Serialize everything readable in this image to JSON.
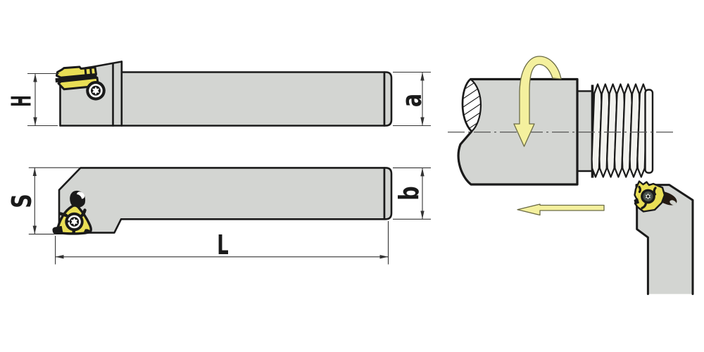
{
  "drawing": {
    "type": "technical-diagram",
    "subject": "external threading tool holder with thread-cutting application schematic",
    "side_view": {
      "dim_height_label": "H",
      "dim_shank_height_label": "a"
    },
    "plan_view": {
      "dim_head_width_label": "S",
      "dim_shank_width_label": "b",
      "dim_length_label": "L"
    },
    "application_view": {
      "workpiece": "cylindrical bar with external thread",
      "rotation_arrow": "workpiece rotation direction (curved arrow)",
      "feed_arrow": "tool feed direction (left)"
    }
  },
  "colors": {
    "outline": "#1a1a1a",
    "body_gray": "#d3d5d2",
    "insert_yellow": "#e9de55",
    "arrow_yellow": "#f4f09e",
    "thread_fill": "#f2f2ee",
    "centerline_gray": "#555555",
    "dim_color": "#333333",
    "paper": "#ffffff"
  }
}
